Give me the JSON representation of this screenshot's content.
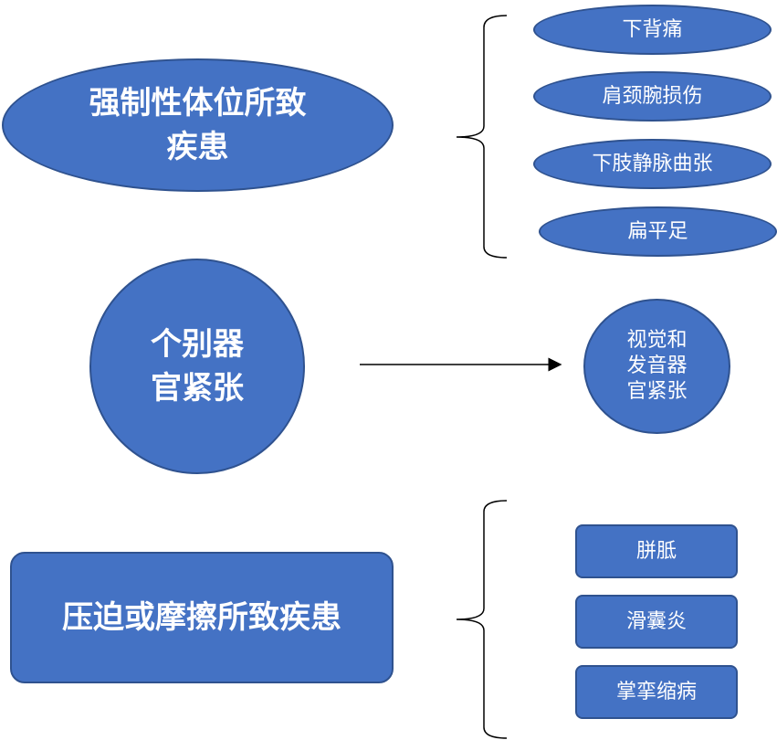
{
  "groups": [
    {
      "title": "强制性体位所致\n疾患",
      "items": [
        "下背痛",
        "肩颈腕损伤",
        "下肢静脉曲张",
        "扁平足"
      ]
    },
    {
      "title": "个别器\n官紧张",
      "items": [
        "视觉和\n发音器\n官紧张"
      ]
    },
    {
      "title": "压迫或摩擦所致疾患",
      "items": [
        "胼胝",
        "滑囊炎",
        "掌挛缩病"
      ]
    }
  ],
  "colors": {
    "fill": "#4472c4",
    "stroke": "#2f528f",
    "text": "#ffffff",
    "line": "#000000"
  }
}
